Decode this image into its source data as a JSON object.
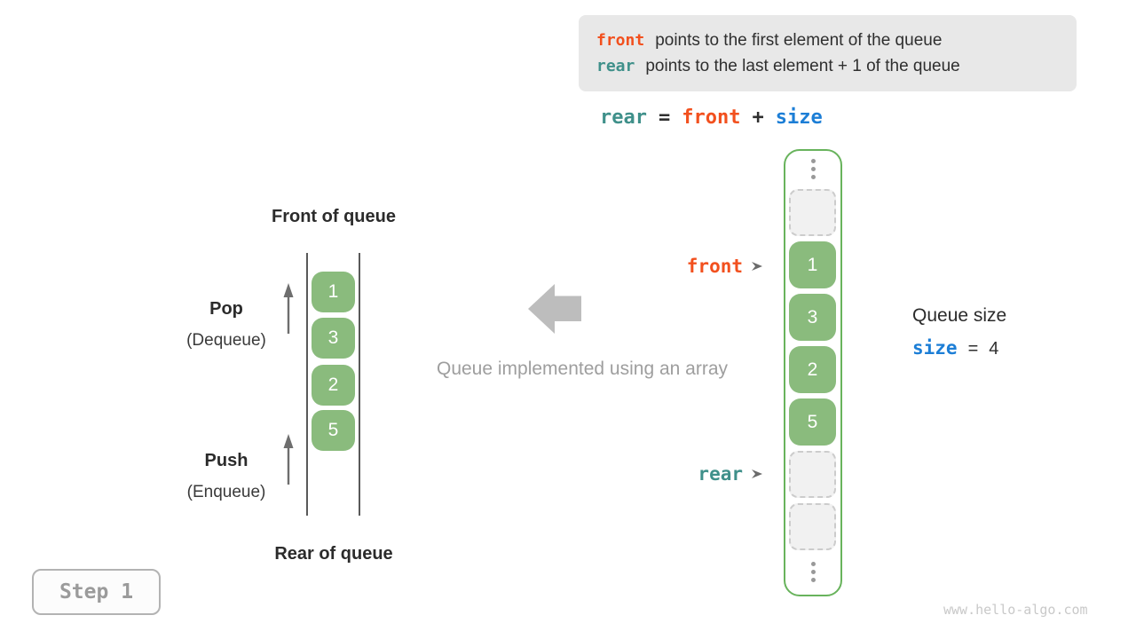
{
  "colors": {
    "orange": "#f2501e",
    "teal": "#3f908a",
    "blue": "#1c7ed6",
    "green-cell": "#8abb7d",
    "green-border": "#68b35c",
    "dark": "#2f2f2f",
    "gray-text": "#9e9e9e",
    "light-gray-box": "#e8e8e8",
    "arrow-gray": "#bdbdbd",
    "line-gray": "#595959",
    "muted": "#9b9b9b",
    "watermark": "#c9c9c9"
  },
  "legend": {
    "line1_code": "front",
    "line1_text": "points to the first element of the queue",
    "line2_code": "rear",
    "line2_text": "points to the last element + 1 of the queue"
  },
  "formula": {
    "rear": "rear",
    "equals": "=",
    "front": "front",
    "plus": "+",
    "size": "size"
  },
  "left_diagram": {
    "top_label": "Front of queue",
    "bottom_label": "Rear of queue",
    "values": [
      "1",
      "3",
      "2",
      "5"
    ],
    "pop_title": "Pop",
    "pop_subtitle": "(Dequeue)",
    "push_title": "Push",
    "push_subtitle": "(Enqueue)"
  },
  "middle": {
    "caption": "Queue implemented using an array"
  },
  "right_diagram": {
    "front_pointer": "front",
    "rear_pointer": "rear",
    "values": [
      "1",
      "3",
      "2",
      "5"
    ]
  },
  "size_info": {
    "label": "Queue size",
    "code": "size",
    "equals": "=",
    "value": "4"
  },
  "step_badge": {
    "label": "Step 1"
  },
  "watermark": "www.hello-algo.com"
}
